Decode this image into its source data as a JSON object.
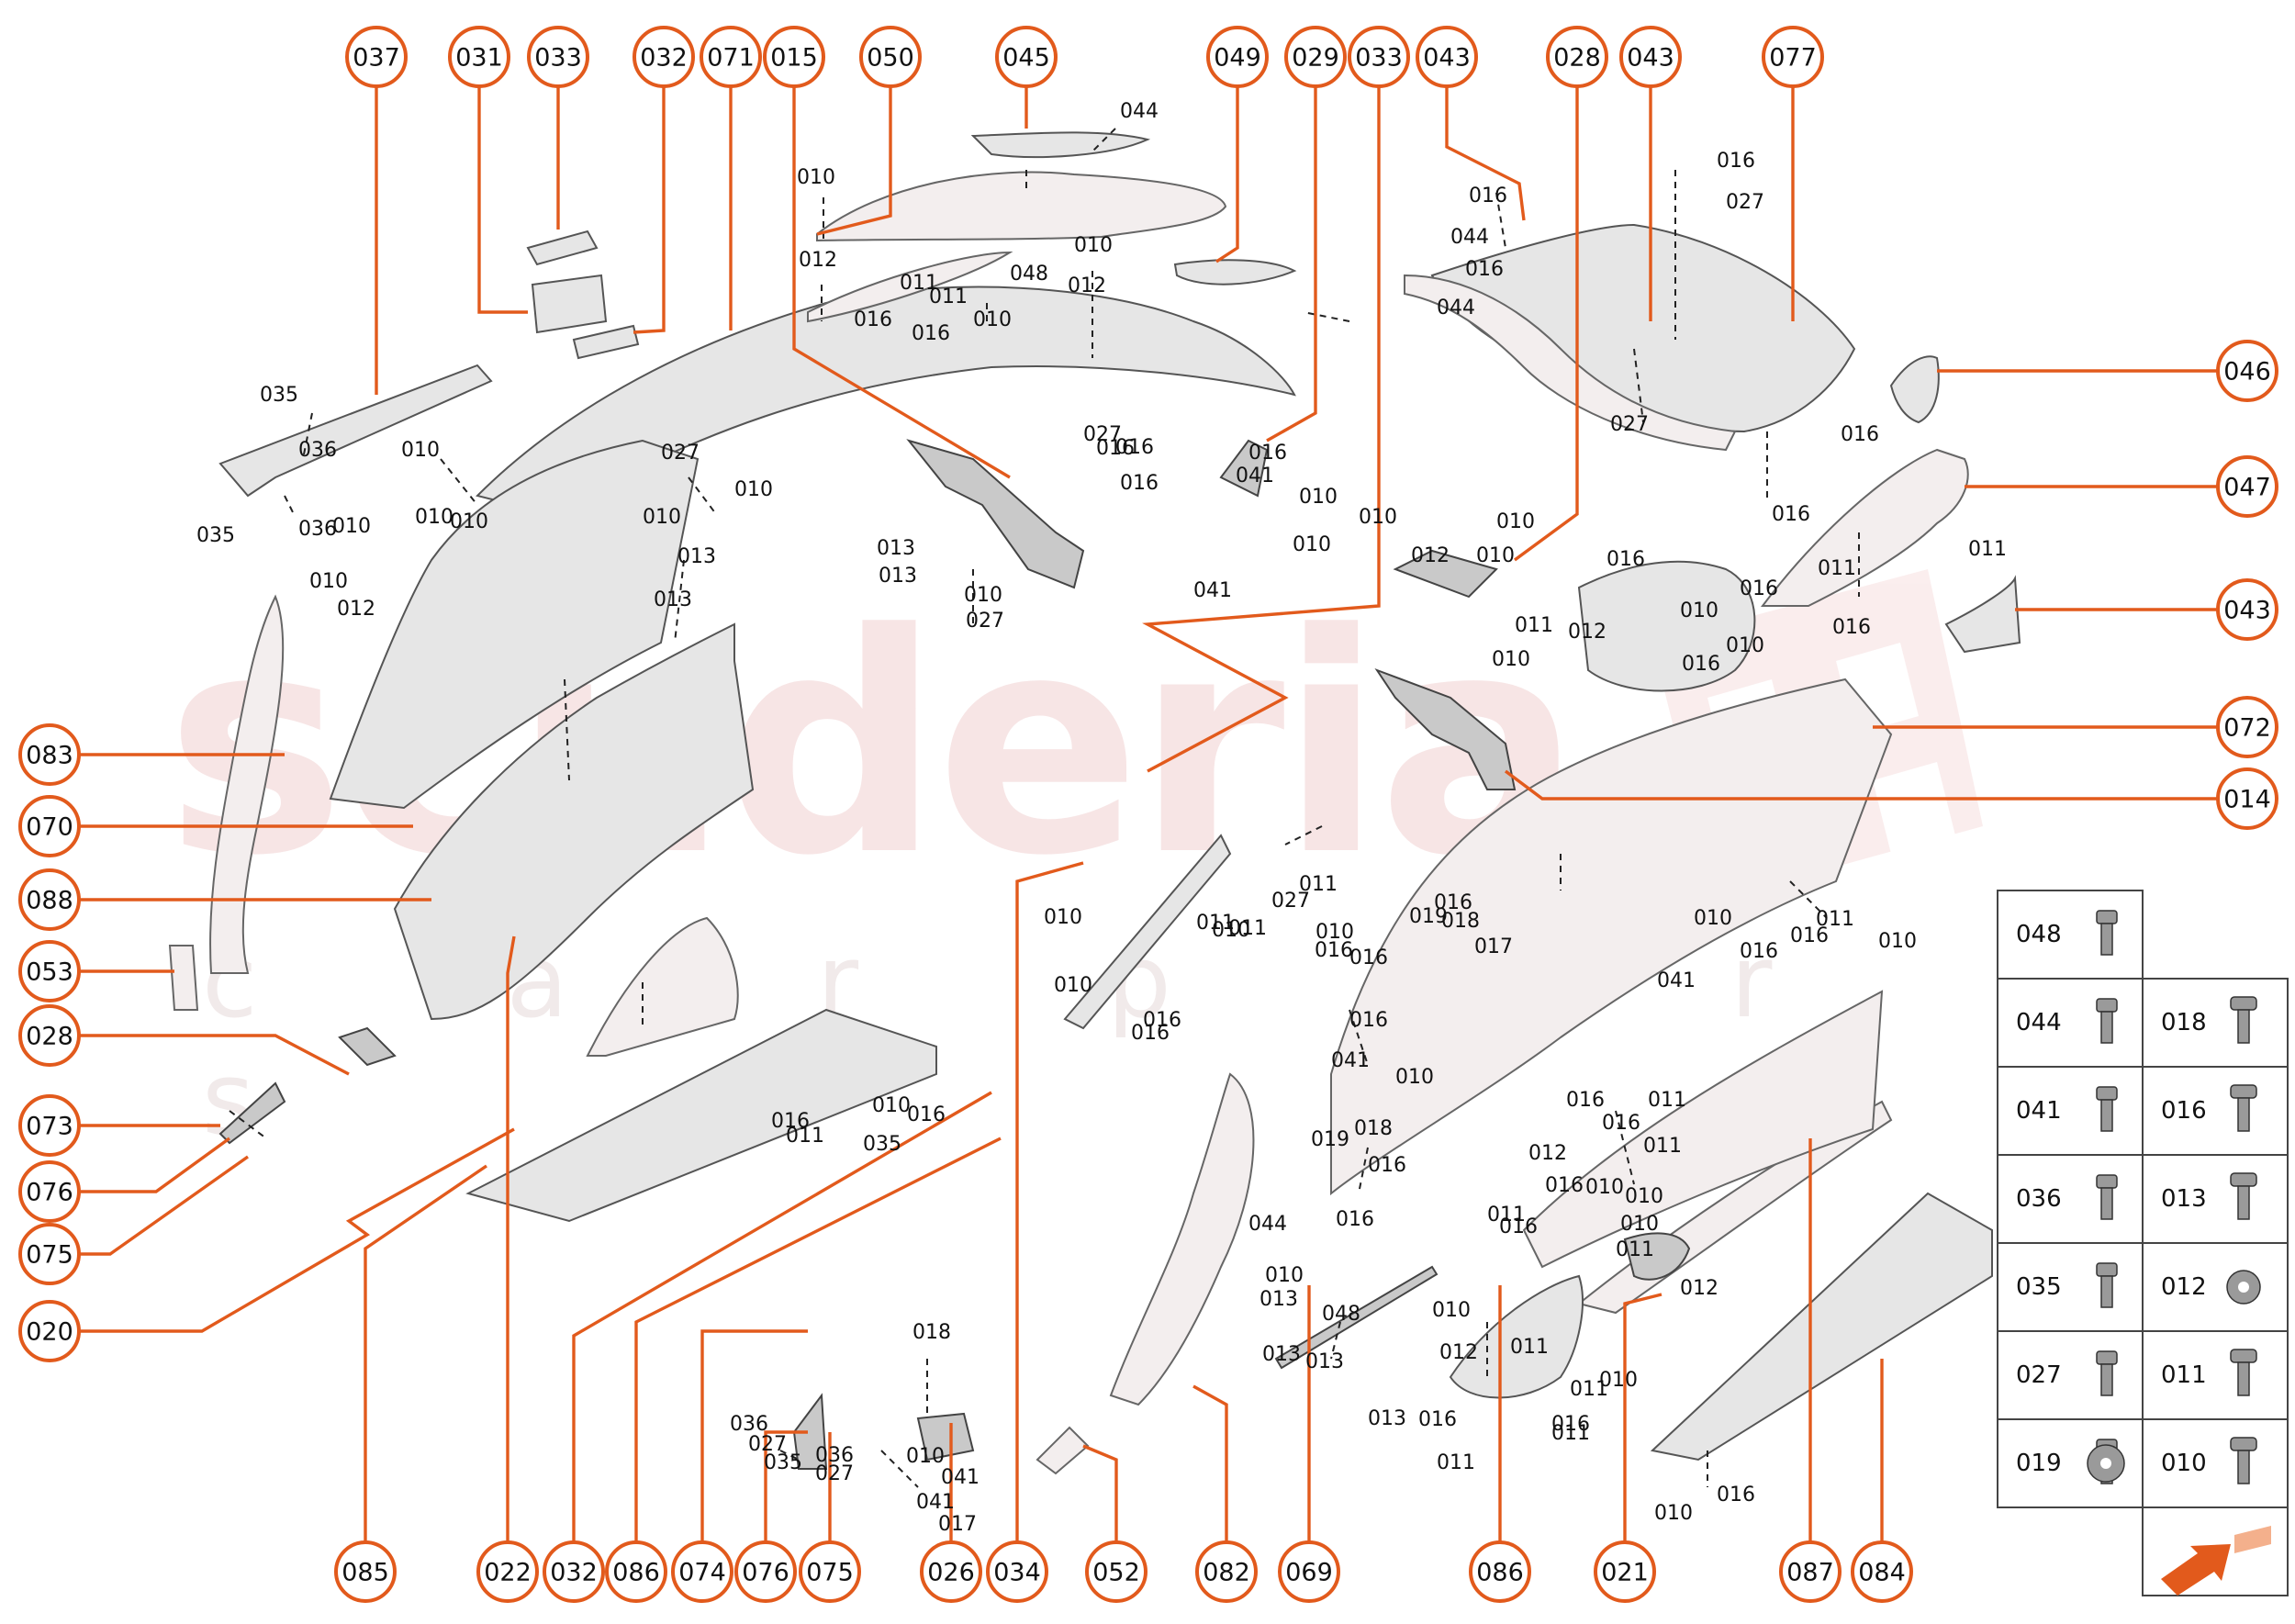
{
  "diagram": {
    "watermark": {
      "main": "scuderia",
      "sub": "c a r p a r t s"
    },
    "accent_color": "#e25a1c",
    "callouts_top": [
      "037",
      "031",
      "033",
      "032",
      "071",
      "015",
      "050",
      "045",
      "049",
      "029",
      "033",
      "043",
      "028",
      "043",
      "077"
    ],
    "callouts_left": [
      "083",
      "070",
      "088",
      "053",
      "028",
      "073",
      "076",
      "075",
      "020"
    ],
    "callouts_right": [
      "046",
      "047",
      "043",
      "072",
      "014"
    ],
    "callouts_bottom": [
      "085",
      "022",
      "032",
      "086",
      "074",
      "076",
      "075",
      "026",
      "034",
      "052",
      "082",
      "069",
      "086",
      "021",
      "087",
      "084"
    ],
    "labels": [
      "044",
      "010",
      "012",
      "048",
      "010",
      "012",
      "011",
      "011",
      "010",
      "016",
      "016",
      "035",
      "036",
      "010",
      "036",
      "035",
      "010",
      "010",
      "010",
      "010",
      "012",
      "027",
      "010",
      "010",
      "013",
      "013",
      "013",
      "013",
      "010",
      "027",
      "027",
      "016",
      "016",
      "016",
      "016",
      "041",
      "010",
      "010",
      "041",
      "044",
      "044",
      "016",
      "016",
      "016",
      "027",
      "027",
      "016",
      "010",
      "012",
      "010",
      "010",
      "011",
      "010",
      "012",
      "016",
      "010",
      "016",
      "011",
      "016",
      "010",
      "016",
      "016",
      "011",
      "011",
      "016",
      "010",
      "016",
      "041",
      "010",
      "027",
      "010",
      "011",
      "010",
      "016",
      "016",
      "016",
      "041",
      "010",
      "016",
      "017",
      "019",
      "018",
      "018",
      "019",
      "016",
      "016",
      "044",
      "010",
      "048",
      "013",
      "013",
      "013",
      "013",
      "010",
      "012",
      "011",
      "011",
      "016",
      "016",
      "010",
      "010",
      "010",
      "011",
      "011",
      "016",
      "016",
      "011",
      "012",
      "012",
      "011",
      "016",
      "011",
      "016",
      "011",
      "010",
      "010",
      "016",
      "010",
      "010",
      "016",
      "016",
      "011",
      "011",
      "011",
      "016",
      "016",
      "010",
      "035",
      "036",
      "027",
      "035",
      "036",
      "027",
      "010",
      "041",
      "041",
      "017",
      "018",
      "018",
      "019",
      "019",
      "016",
      "016",
      "016",
      "016",
      "027"
    ]
  },
  "legend": {
    "left_column": [
      "048",
      "044",
      "041",
      "036",
      "035",
      "027",
      "019"
    ],
    "right_column": [
      "018",
      "016",
      "013",
      "012",
      "011",
      "010"
    ],
    "corner_icon": "arrow-icon"
  }
}
